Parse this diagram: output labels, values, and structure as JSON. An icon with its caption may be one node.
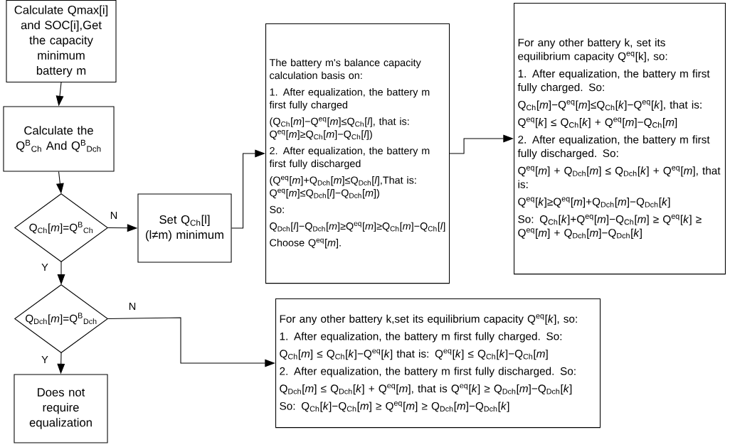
{
  "diagram": {
    "nodes": [
      {
        "text": [
          "Calculate Qmax[i] and SOC[i],Get the capacity minimum battery m"
        ]
      },
      {
        "text": [
          "Calculate the Q$^{B}$$_{Ch}$ And Q$^{B}$$_{Dch}$"
        ]
      },
      {
        "text": [
          "Q$_{Ch}$[*m*]=Q$^{B}$$_{Ch}$"
        ]
      },
      {
        "text": [
          "Set Q$_{Ch}$[l] (l≠m) minimum"
        ]
      },
      {
        "text": [
          "The battery m's balance capacity calculation basis on:",
          "1. After equalization, the battery m first fully charged",
          "(Q$_{Ch}$[*m*]−Q$^{eq}$[*m*]≤Q$_{Ch}$[*l*], that is: Q$^{eq}$[*m*]≥Q$_{Ch}$[*m*]−Q$_{Ch}$[*l*])",
          "2. After equalization, the battery m first fully discharged",
          "(Q$^{eq}$[*m*]+Q$_{Dch}$[*m*]≤Q$_{Dch}$[*l*],That is: Q$^{eq}$[*m*]≤Q$_{Dch}$[*l*]−Q$_{Dch}$[*m*])",
          "So:",
          "Q$_{Dch}$[*l*]−Q$_{Dch}$[*m*]≥Q$^{eq}$[*m*]≥Q$_{Ch}$[*m*]−Q$_{Ch}$[*l*]",
          "Choose Q$^{eq}$[*m*]."
        ]
      },
      {
        "text": [
          "For any other battery k, set its equilibrium capacity Q$^{eq}$[k], so:",
          "1. After equalization, the battery m first fully charged. So:",
          "Q$_{Ch}$[*m*]−Q$^{eq}$[*m*]≤Q$_{Ch}$[*k*]−Q$^{eq}$[*k*], that is:",
          "Q$^{eq}$[*k*] ≤ Q$_{Ch}$[*k*] + Q$^{eq}$[*m*]−Q$_{Ch}$[*m*]",
          "2. After equalization, the battery m first fully discharged. So:",
          "Q$^{eq}$[*m*] + Q$_{Dch}$[*m*] ≤ Q$_{Dch}$[*k*] + Q$^{eq}$[*m*], that is:",
          "Q$^{eq}$[*k*]≥Q$^{eq}$[*m*]+Q$_{Dch}$[*m*]−Q$_{Dch}$[*k*]",
          "So: Q$_{Ch}$[*k*]+Q$^{eq}$[*m*]−Q$_{Ch}$[*m*] ≥ Q$^{eq}$[*k*] ≥ Q$^{eq}$[*m*] + Q$_{Dch}$[*m*]−Q$_{Dch}$[*k*]"
        ]
      },
      {
        "text": [
          "Q$_{Dch}$[*m*]=Q$^{B}$$_{Dch}$"
        ]
      },
      {
        "text": [
          "Does not require equalization"
        ]
      },
      {
        "text": [
          "For any other battery k,set its equilibrium capacity Q$^{eq}$[*k*], so:",
          "1. After equalization, the battery m first fully charged. So:",
          "Q$_{Ch}$[*m*] ≤ Q$_{Ch}$[*k*]−Q$^{eq}$[*k*] that is: Q$^{eq}$[*k*] ≤ Q$_{Ch}$[*k*]−Q$_{Ch}$[*m*]",
          "2. After equalization, the battery m first fully discharged. So:",
          "Q$_{Dch}$[*m*] ≤ Q$_{Dch}$[*k*] + Q$^{eq}$[*m*], that is Q$^{eq}$[*k*] ≥ Q$_{Dch}$[*m*]−Q$_{Dch}$[*k*]",
          "So: Q$_{Ch}$[*k*]−Q$_{Ch}$[*m*] ≥ Q$^{eq}$[*m*] ≥ Q$_{Dch}$[*m*]−Q$_{Dch}$[*k*]"
        ]
      }
    ],
    "edges": [
      {
        "from": 0,
        "to": 1,
        "arrow": "to"
      },
      {
        "from": 1,
        "to": 2,
        "arrow": "to"
      },
      {
        "from": 2,
        "to": 3,
        "arrow": "to",
        "label": "N"
      },
      {
        "from": 2,
        "to": 6,
        "arrow": "to",
        "label": "Y"
      },
      {
        "from": 3,
        "to": 4,
        "arrow": "to"
      },
      {
        "from": 4,
        "to": 5,
        "arrow": "to"
      },
      {
        "from": 6,
        "to": 8,
        "arrow": "to",
        "label": "N"
      },
      {
        "from": 6,
        "to": 7,
        "arrow": "to",
        "label": "Y"
      }
    ]
  }
}
